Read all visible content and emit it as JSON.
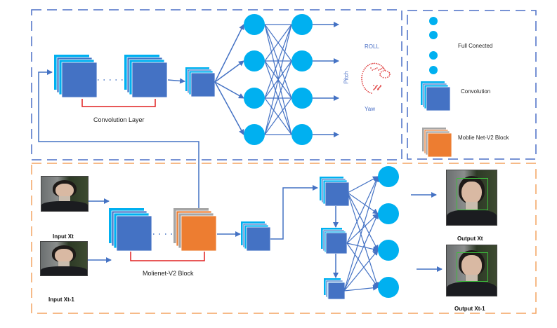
{
  "top_panel": {
    "conv_label": "Convolution Layer",
    "pose_labels": {
      "roll": "ROLL",
      "pitch": "Pitch",
      "yaw": "Yaw"
    }
  },
  "legend": {
    "items": [
      {
        "icon": "fully-connected-nodes",
        "label": "Full Conected"
      },
      {
        "icon": "convolution-stack",
        "label": "Convolution"
      },
      {
        "icon": "mobilenet-block-stack",
        "label": "Moblie Net-V2 Block"
      }
    ]
  },
  "bottom_panel": {
    "inputs": [
      {
        "label": "Input Xt"
      },
      {
        "label": "Input Xt-1"
      }
    ],
    "block_label": "Molienet-V2 Block",
    "outputs": [
      {
        "label": "Output Xt"
      },
      {
        "label": "Output Xt-1"
      }
    ]
  },
  "colors": {
    "conv_front": "#4472c4",
    "conv_back": "#00b0f0",
    "node": "#00b0f0",
    "mobilenet": "#ed7d31",
    "mobilenet_back": "#a5a5a5",
    "top_border": "#4472c4",
    "bottom_border": "#f4a460",
    "bracket": "#e02020",
    "arrow": "#4472c4"
  }
}
